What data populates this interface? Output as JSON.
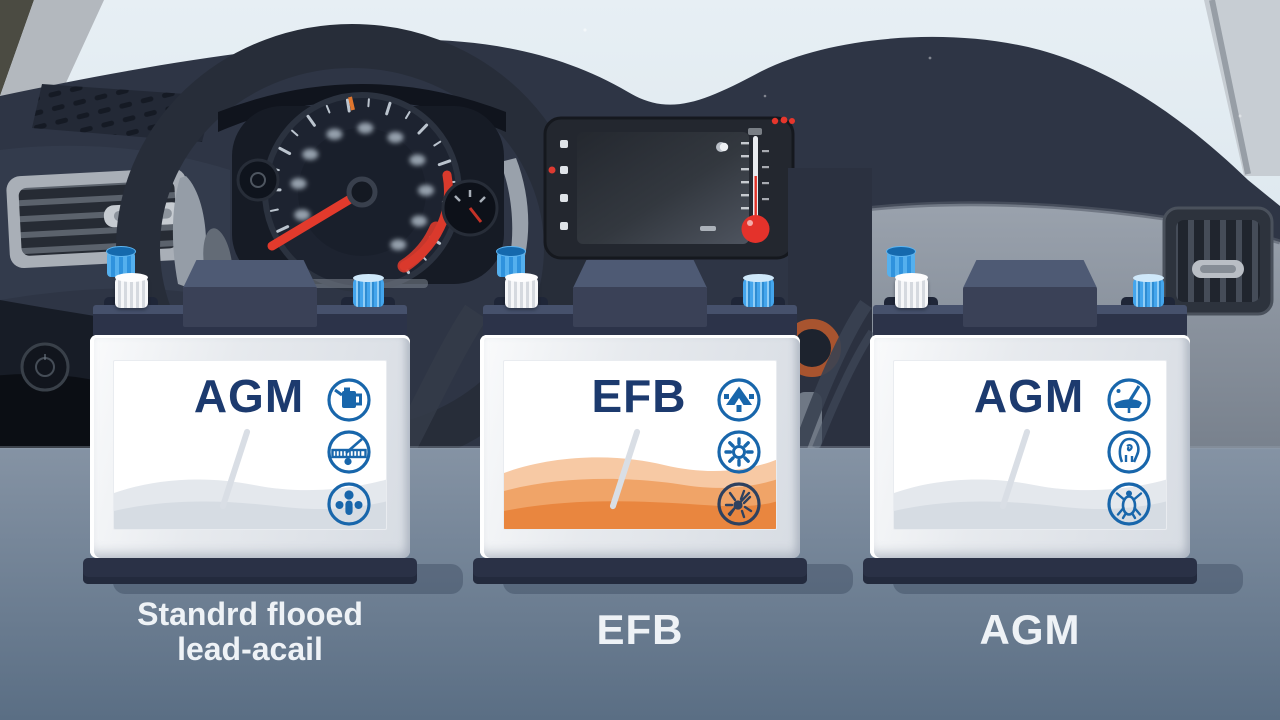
{
  "scene": {
    "description": "Illustrated comparison of three car starter battery types sitting in front of a car dashboard",
    "background": "car-dashboard-interior"
  },
  "colors": {
    "label_navy": "#1c3a6e",
    "icon_blue": "#1866ab",
    "icon_dark_navy": "#2e415f",
    "accent_red": "#e23126",
    "terminal_blue": "#3da0e8",
    "wave_orange": "#e9863f",
    "wave_gray": "#d6dce3",
    "caption_white": "#eef2f6",
    "surface_slate": "#64788c",
    "dashboard_navy": "#2e3545"
  },
  "batteries": [
    {
      "label": "AGM",
      "caption_lines": [
        "Standrd flooed",
        "lead-acail"
      ],
      "wave_style": "gray",
      "icons": [
        "oil-canister-icon",
        "crossed-ruler-icon",
        "person-icon"
      ]
    },
    {
      "label": "EFB",
      "caption_lines": [
        "EFB"
      ],
      "wave_style": "orange",
      "icons": [
        "mountain-arrow-icon",
        "sun-icon",
        "tangled-sun-icon"
      ]
    },
    {
      "label": "AGM",
      "caption_lines": [
        "AGM"
      ],
      "wave_style": "gray",
      "icons": [
        "wedge-pen-icon",
        "clamp-outline-icon",
        "bug-icon"
      ]
    }
  ]
}
